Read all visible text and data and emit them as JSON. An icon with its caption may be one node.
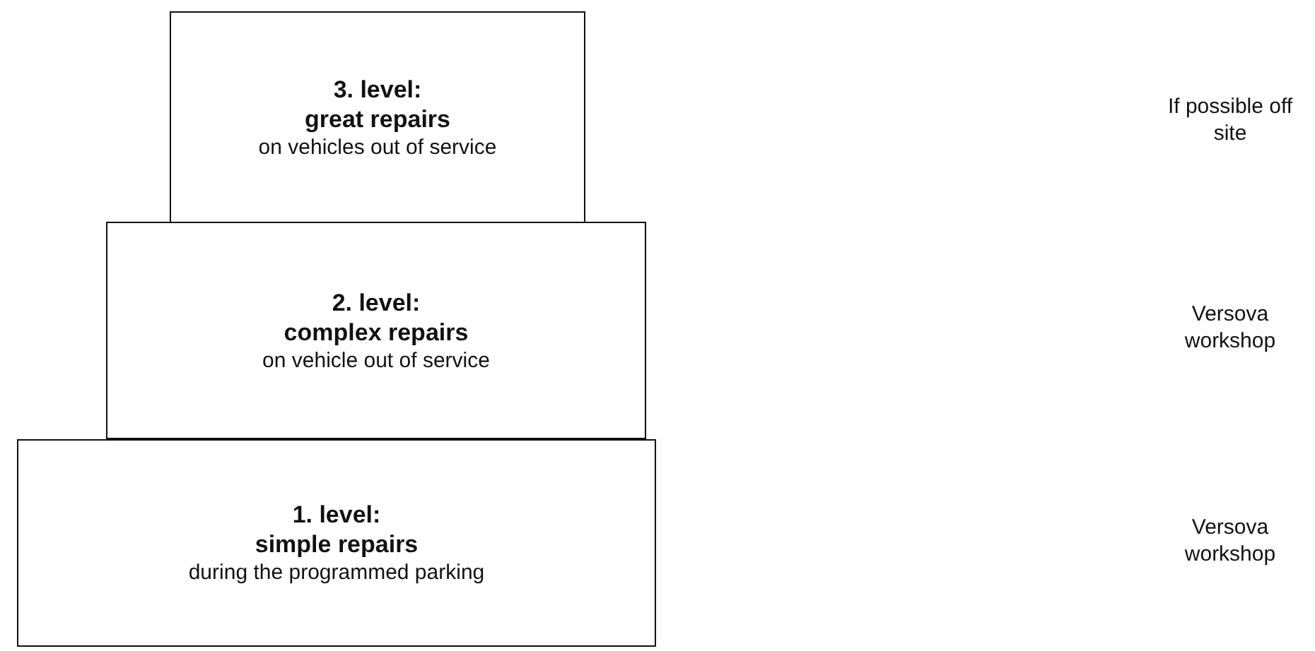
{
  "diagram": {
    "nodes": [
      {
        "text": [
          "3. level:",
          "great repairs",
          "on vehicles out of service"
        ]
      },
      {
        "text": [
          "2. level:",
          "complex repairs",
          "on vehicle out of service"
        ]
      },
      {
        "text": [
          "1. level:",
          "simple repairs",
          "during the programmed parking"
        ]
      }
    ],
    "labels": [
      "If possible off site",
      "Versova workshop",
      "Versova workshop"
    ]
  }
}
